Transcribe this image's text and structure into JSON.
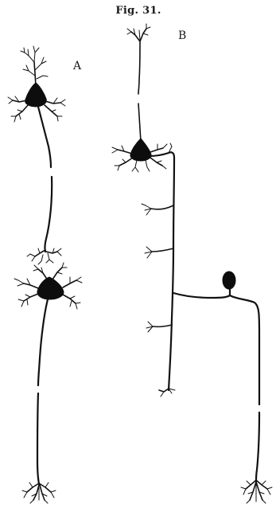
{
  "figure": {
    "title": "Fig. 31.",
    "panel_a_label": "A",
    "panel_b_label": "B"
  },
  "colors": {
    "ink": "#111111",
    "paper": "#ffffff"
  }
}
